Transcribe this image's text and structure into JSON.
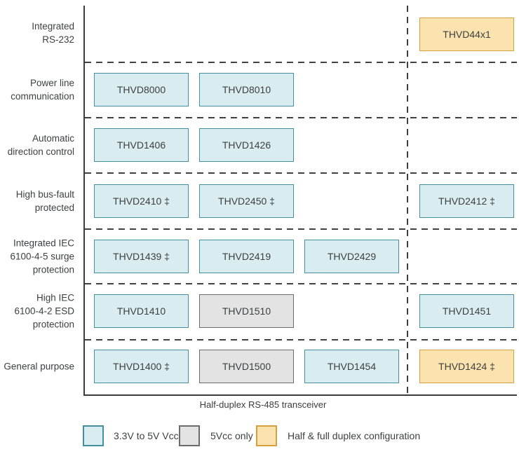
{
  "figure": {
    "x_axis_label": "Half-duplex RS-485 transceiver",
    "rows": [
      {
        "label": "Integrated\nRS-232",
        "boxes": [
          {
            "label": "THVD44x1",
            "category": "Half & full duplex configuration"
          }
        ]
      },
      {
        "label": "Power line\ncommunication",
        "boxes": [
          {
            "label": "THVD8000",
            "category": "3.3V to 5V Vcc"
          },
          {
            "label": "THVD8010",
            "category": "3.3V to 5V Vcc"
          }
        ]
      },
      {
        "label": "Automatic\ndirection control",
        "boxes": [
          {
            "label": "THVD1406",
            "category": "3.3V to 5V Vcc"
          },
          {
            "label": "THVD1426",
            "category": "3.3V to 5V Vcc"
          }
        ]
      },
      {
        "label": "High bus-fault\nprotected",
        "boxes": [
          {
            "label": "THVD2410 ‡",
            "category": "3.3V to 5V Vcc"
          },
          {
            "label": "THVD2450 ‡",
            "category": "3.3V to 5V Vcc"
          },
          {
            "label": "THVD2412 ‡",
            "category": "3.3V to 5V Vcc"
          }
        ]
      },
      {
        "label": "Integrated IEC\n6100-4-5 surge\nprotection",
        "boxes": [
          {
            "label": "THVD1439 ‡",
            "category": "3.3V to 5V Vcc"
          },
          {
            "label": "THVD2419",
            "category": "3.3V to 5V Vcc"
          },
          {
            "label": "THVD2429",
            "category": "3.3V to 5V Vcc"
          }
        ]
      },
      {
        "label": "High IEC\n6100-4-2 ESD\nprotection",
        "boxes": [
          {
            "label": "THVD1410",
            "category": "3.3V to 5V Vcc"
          },
          {
            "label": "THVD1510",
            "category": "5Vcc only"
          },
          {
            "label": "THVD1451",
            "category": "3.3V to 5V Vcc"
          }
        ]
      },
      {
        "label": "General purpose",
        "boxes": [
          {
            "label": "THVD1400 ‡",
            "category": "3.3V to 5V Vcc"
          },
          {
            "label": "THVD1500",
            "category": "5Vcc only"
          },
          {
            "label": "THVD1454",
            "category": "3.3V to 5V Vcc"
          },
          {
            "label": "THVD1424 ‡",
            "category": "Half & full duplex configuration"
          }
        ]
      }
    ]
  },
  "legend": {
    "items": [
      {
        "label": "3.3V to 5V Vcc",
        "color": "#d9edf1",
        "border": "#44909d"
      },
      {
        "label": "5Vcc only",
        "color": "#e3e3e3",
        "border": "#6b6b6b"
      },
      {
        "label": "Half & full duplex configuration",
        "color": "#fae3ae",
        "border": "#d8a03c"
      }
    ]
  },
  "colors": {
    "axis_line": "#3b3b3b",
    "dashed_line": "#414141",
    "text": "#3d3f40"
  }
}
